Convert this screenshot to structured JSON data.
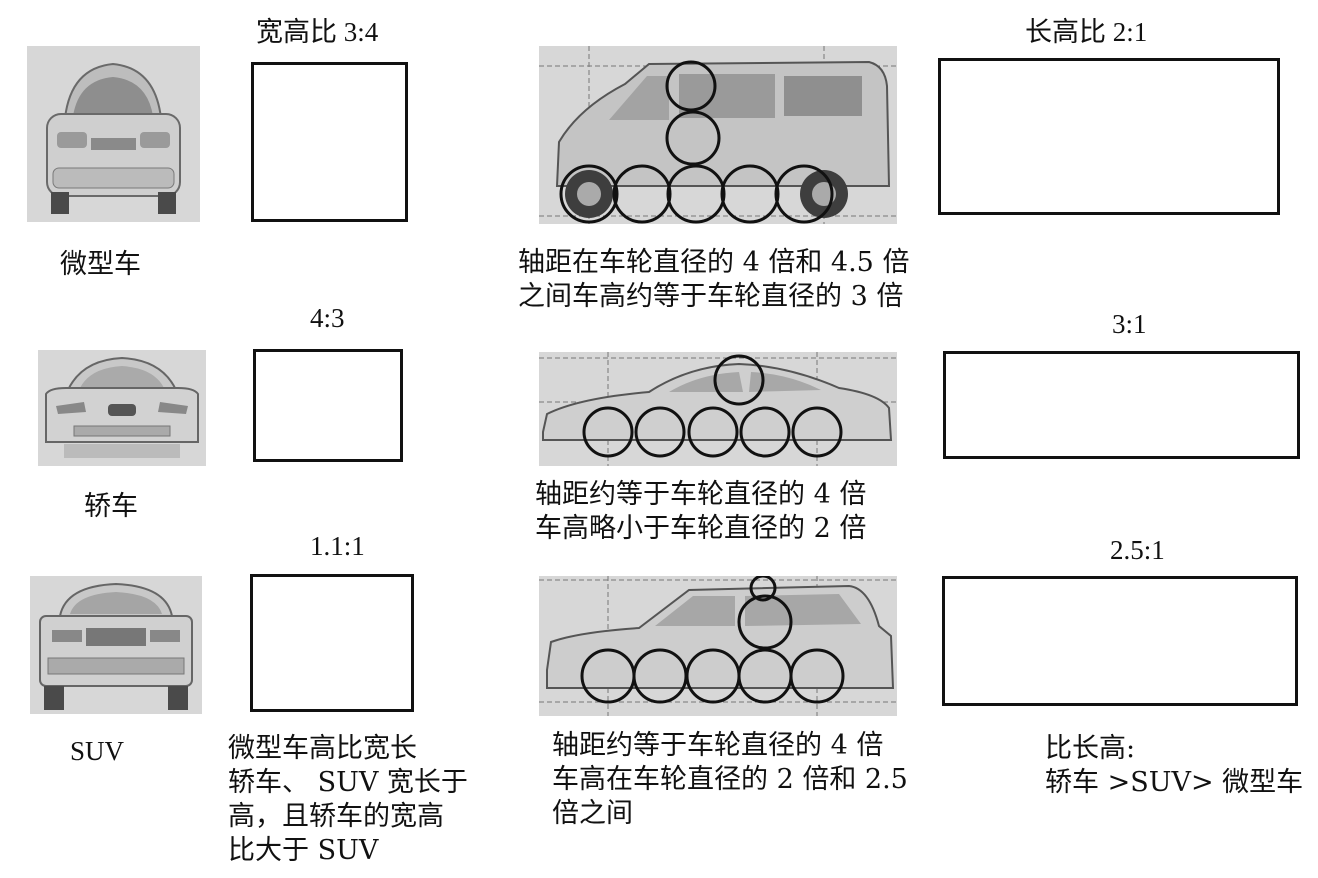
{
  "rows": [
    {
      "vehicle_label": "微型车",
      "front_ratio": "宽高比  3:4",
      "side_ratio": "长高比  2:1",
      "side_note": [
        "轴距在车轮直径的 4 倍和 4.5 倍",
        "之间车高约等于车轮直径的 3 倍"
      ]
    },
    {
      "vehicle_label": "轿车",
      "front_ratio": "4:3",
      "side_ratio": "3:1",
      "side_note": [
        "轴距约等于车轮直径的 4 倍",
        "车高略小于车轮直径的 2 倍"
      ]
    },
    {
      "vehicle_label": "SUV",
      "front_ratio": "1.1:1",
      "side_ratio": "2.5:1",
      "side_note": [
        "轴距约等于车轮直径的 4 倍",
        "车高在车轮直径的 2 倍和 2.5",
        "倍之间"
      ]
    }
  ],
  "summary_front": [
    "微型车高比宽长",
    "轿车、 SUV 宽长于",
    "高，且轿车的宽高",
    "比大于 SUV"
  ],
  "summary_side": [
    "比长高:",
    "轿车 >SUV> 微型车"
  ],
  "colors": {
    "photo_bg": "#d7d7d7",
    "line": "#111111"
  }
}
